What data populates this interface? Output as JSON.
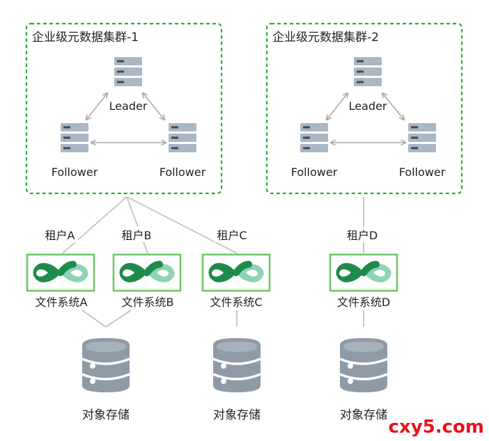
{
  "clusters": [
    {
      "title": "企业级元数据集群-1",
      "leader": "Leader",
      "followers": [
        "Follower",
        "Follower"
      ]
    },
    {
      "title": "企业级元数据集群-2",
      "leader": "Leader",
      "followers": [
        "Follower",
        "Follower"
      ]
    }
  ],
  "tenants": [
    "租户A",
    "租户B",
    "租户C",
    "租户D"
  ],
  "filesystems": [
    "文件系统A",
    "文件系统B",
    "文件系统C",
    "文件系统D"
  ],
  "object_stores": [
    "对象存储",
    "对象存储",
    "对象存储"
  ],
  "watermark": "cxy5.com",
  "colors": {
    "cluster_border": "#2eaa3c",
    "server": "#aab7c4",
    "server_dark": "#3d4a55",
    "fs_border": "#6cc26a",
    "fs_dark": "#1e8a4c",
    "fs_light": "#8ed3b4",
    "database": "#8e9ba7",
    "line": "#c8c8c8",
    "watermark": "#e8141c"
  },
  "icons": {
    "server": "server-rack-icon",
    "filesystem": "infinity-logo-icon",
    "object_store": "database-icon"
  }
}
